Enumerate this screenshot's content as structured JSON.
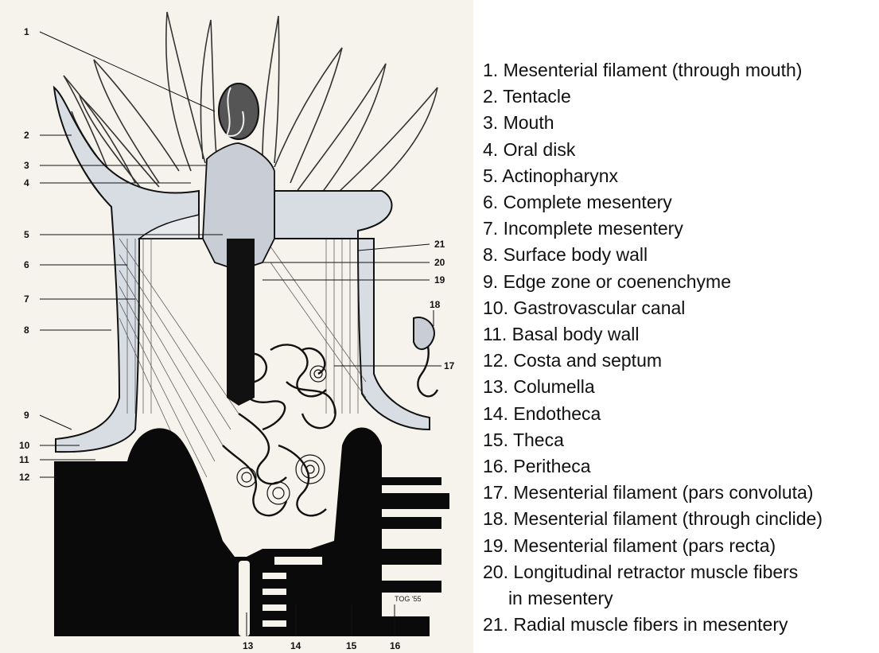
{
  "figure": {
    "signature": "TOG '55",
    "callouts": [
      "1",
      "2",
      "3",
      "4",
      "5",
      "6",
      "7",
      "8",
      "9",
      "10",
      "11",
      "12",
      "13",
      "14",
      "15",
      "16",
      "17",
      "18",
      "19",
      "20",
      "21"
    ]
  },
  "legend": {
    "items": [
      "1. Mesenterial filament (through mouth)",
      "2. Tentacle",
      "3. Mouth",
      "4. Oral disk",
      "5. Actinopharynx",
      "6. Complete mesentery",
      "7. Incomplete mesentery",
      "8. Surface body wall",
      "9. Edge zone or coenenchyme",
      "10. Gastrovascular canal",
      "11. Basal body wall",
      "12. Costa and septum",
      "13. Columella",
      "14. Endotheca",
      "15. Theca",
      "16. Peritheca",
      "17. Mesenterial filament (pars convoluta)",
      "18. Mesenterial filament  (through cinclide)",
      "19. Mesenterial filament (pars recta)",
      "20. Longitudinal retractor muscle fibers",
      "     in mesentery",
      "21. Radial muscle fibers in mesentery"
    ]
  },
  "colors": {
    "paper": "#f6f3ec",
    "ink": "#111111",
    "body_wall": "#d8dde3"
  }
}
